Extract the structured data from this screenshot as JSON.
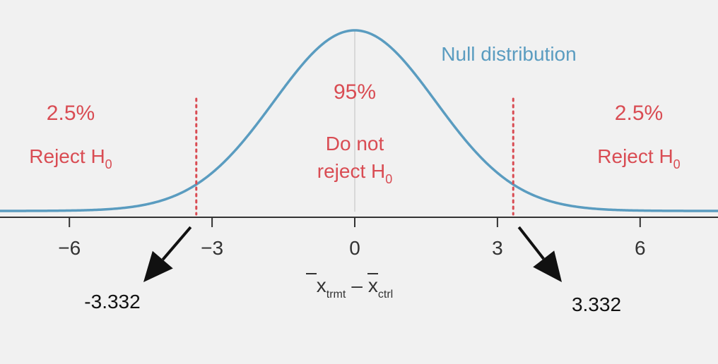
{
  "chart_data": {
    "type": "line",
    "series": [
      {
        "name": "Null distribution",
        "mean": 0,
        "sd": 1.7,
        "peak_y": 1.0,
        "color": "#5a9cc0"
      }
    ],
    "x_range": [
      -7.5,
      7.5
    ],
    "x_ticks": [
      -6,
      -3,
      0,
      3,
      6
    ],
    "x_tick_labels": [
      "−6",
      "−3",
      "0",
      "3",
      "6"
    ],
    "xlabel": {
      "a": "x",
      "a_sub": "trmt",
      "sep": "–",
      "b": "x",
      "b_sub": "ctrl"
    },
    "critical_values": [
      -3.332,
      3.332
    ],
    "critical_labels": [
      "-3.332",
      "3.332"
    ],
    "regions": [
      {
        "pct": "2.5%",
        "line1": "Reject H",
        "sub": "0",
        "line2": ""
      },
      {
        "pct": "95%",
        "line1": "Do not",
        "sub": "0",
        "line2": "reject H"
      },
      {
        "pct": "2.5%",
        "line1": "Reject H",
        "sub": "0",
        "line2": ""
      }
    ],
    "colors": {
      "accent": "#d94c53",
      "curve": "#5a9cc0",
      "axis": "#333333",
      "center": "#d0d0d0",
      "arrow": "#111111"
    }
  }
}
